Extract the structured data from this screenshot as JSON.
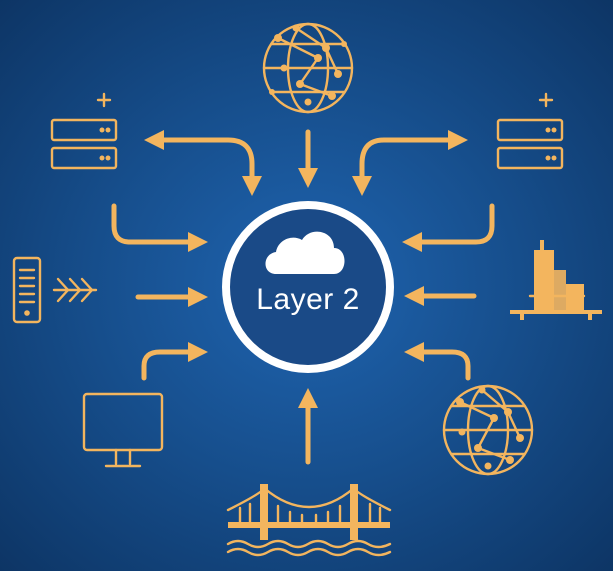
{
  "hub": {
    "label": "Layer 2",
    "icon": "cloud-icon"
  },
  "colors": {
    "accent": "#f3b55e",
    "hub_fill": "#1a4a87",
    "hub_ring": "#ffffff",
    "background": "#17508f"
  },
  "nodes": [
    {
      "id": "globe-top",
      "icon": "network-globe-icon"
    },
    {
      "id": "server-top-left",
      "icon": "server-add-icon"
    },
    {
      "id": "server-top-right",
      "icon": "server-add-icon"
    },
    {
      "id": "device-left",
      "icon": "mobile-device-icon"
    },
    {
      "id": "factory-right",
      "icon": "factory-icon"
    },
    {
      "id": "monitor-bottom-left",
      "icon": "monitor-icon"
    },
    {
      "id": "globe-bottom-right",
      "icon": "network-globe-icon"
    },
    {
      "id": "bridge-bottom",
      "icon": "bridge-icon"
    }
  ]
}
